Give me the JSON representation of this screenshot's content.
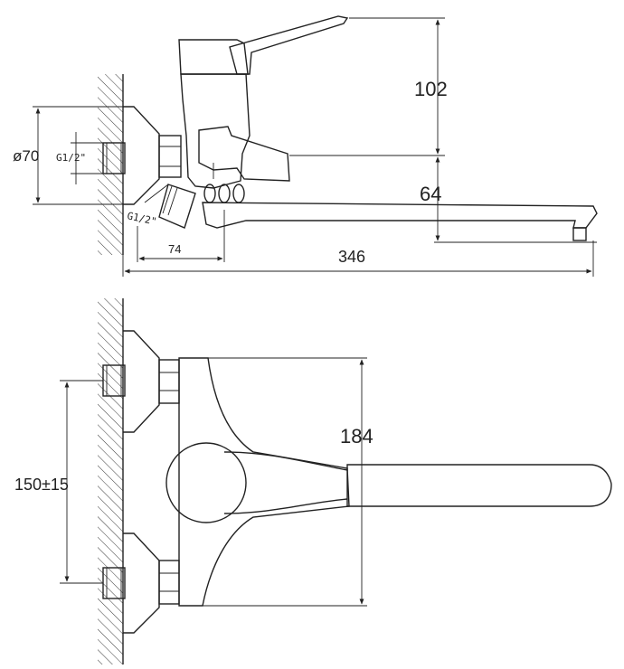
{
  "colors": {
    "ink": "#222222",
    "background": "#ffffff"
  },
  "side_view": {
    "dim_height_top": "102",
    "dim_spout_offset": "64",
    "dim_flange_diameter": "ø70",
    "dim_inlet_thread": "G1/2\"",
    "dim_hose_thread": "G1/2\"",
    "dim_hose_offset": "74",
    "dim_total_length": "346"
  },
  "front_view": {
    "dim_body_height": "184",
    "dim_inlet_spacing": "150±15"
  }
}
